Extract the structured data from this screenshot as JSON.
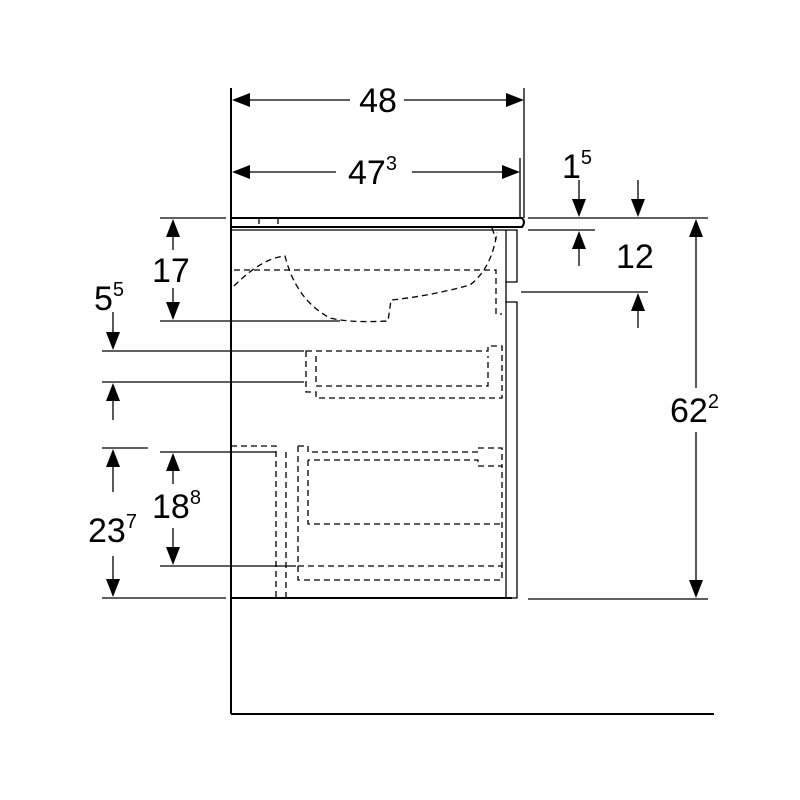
{
  "dimensions": {
    "width_outer": {
      "main": "48",
      "sup": ""
    },
    "width_inner": {
      "main": "47",
      "sup": "3"
    },
    "overhang": {
      "main": "1",
      "sup": "5"
    },
    "top_thickness": {
      "main": "12",
      "sup": ""
    },
    "height_total": {
      "main": "62",
      "sup": "2"
    },
    "basin_depth": {
      "main": "17",
      "sup": ""
    },
    "handle_gap": {
      "main": "5",
      "sup": "5"
    },
    "drawer_outer": {
      "main": "23",
      "sup": "7"
    },
    "drawer_inner": {
      "main": "18",
      "sup": "8"
    }
  }
}
